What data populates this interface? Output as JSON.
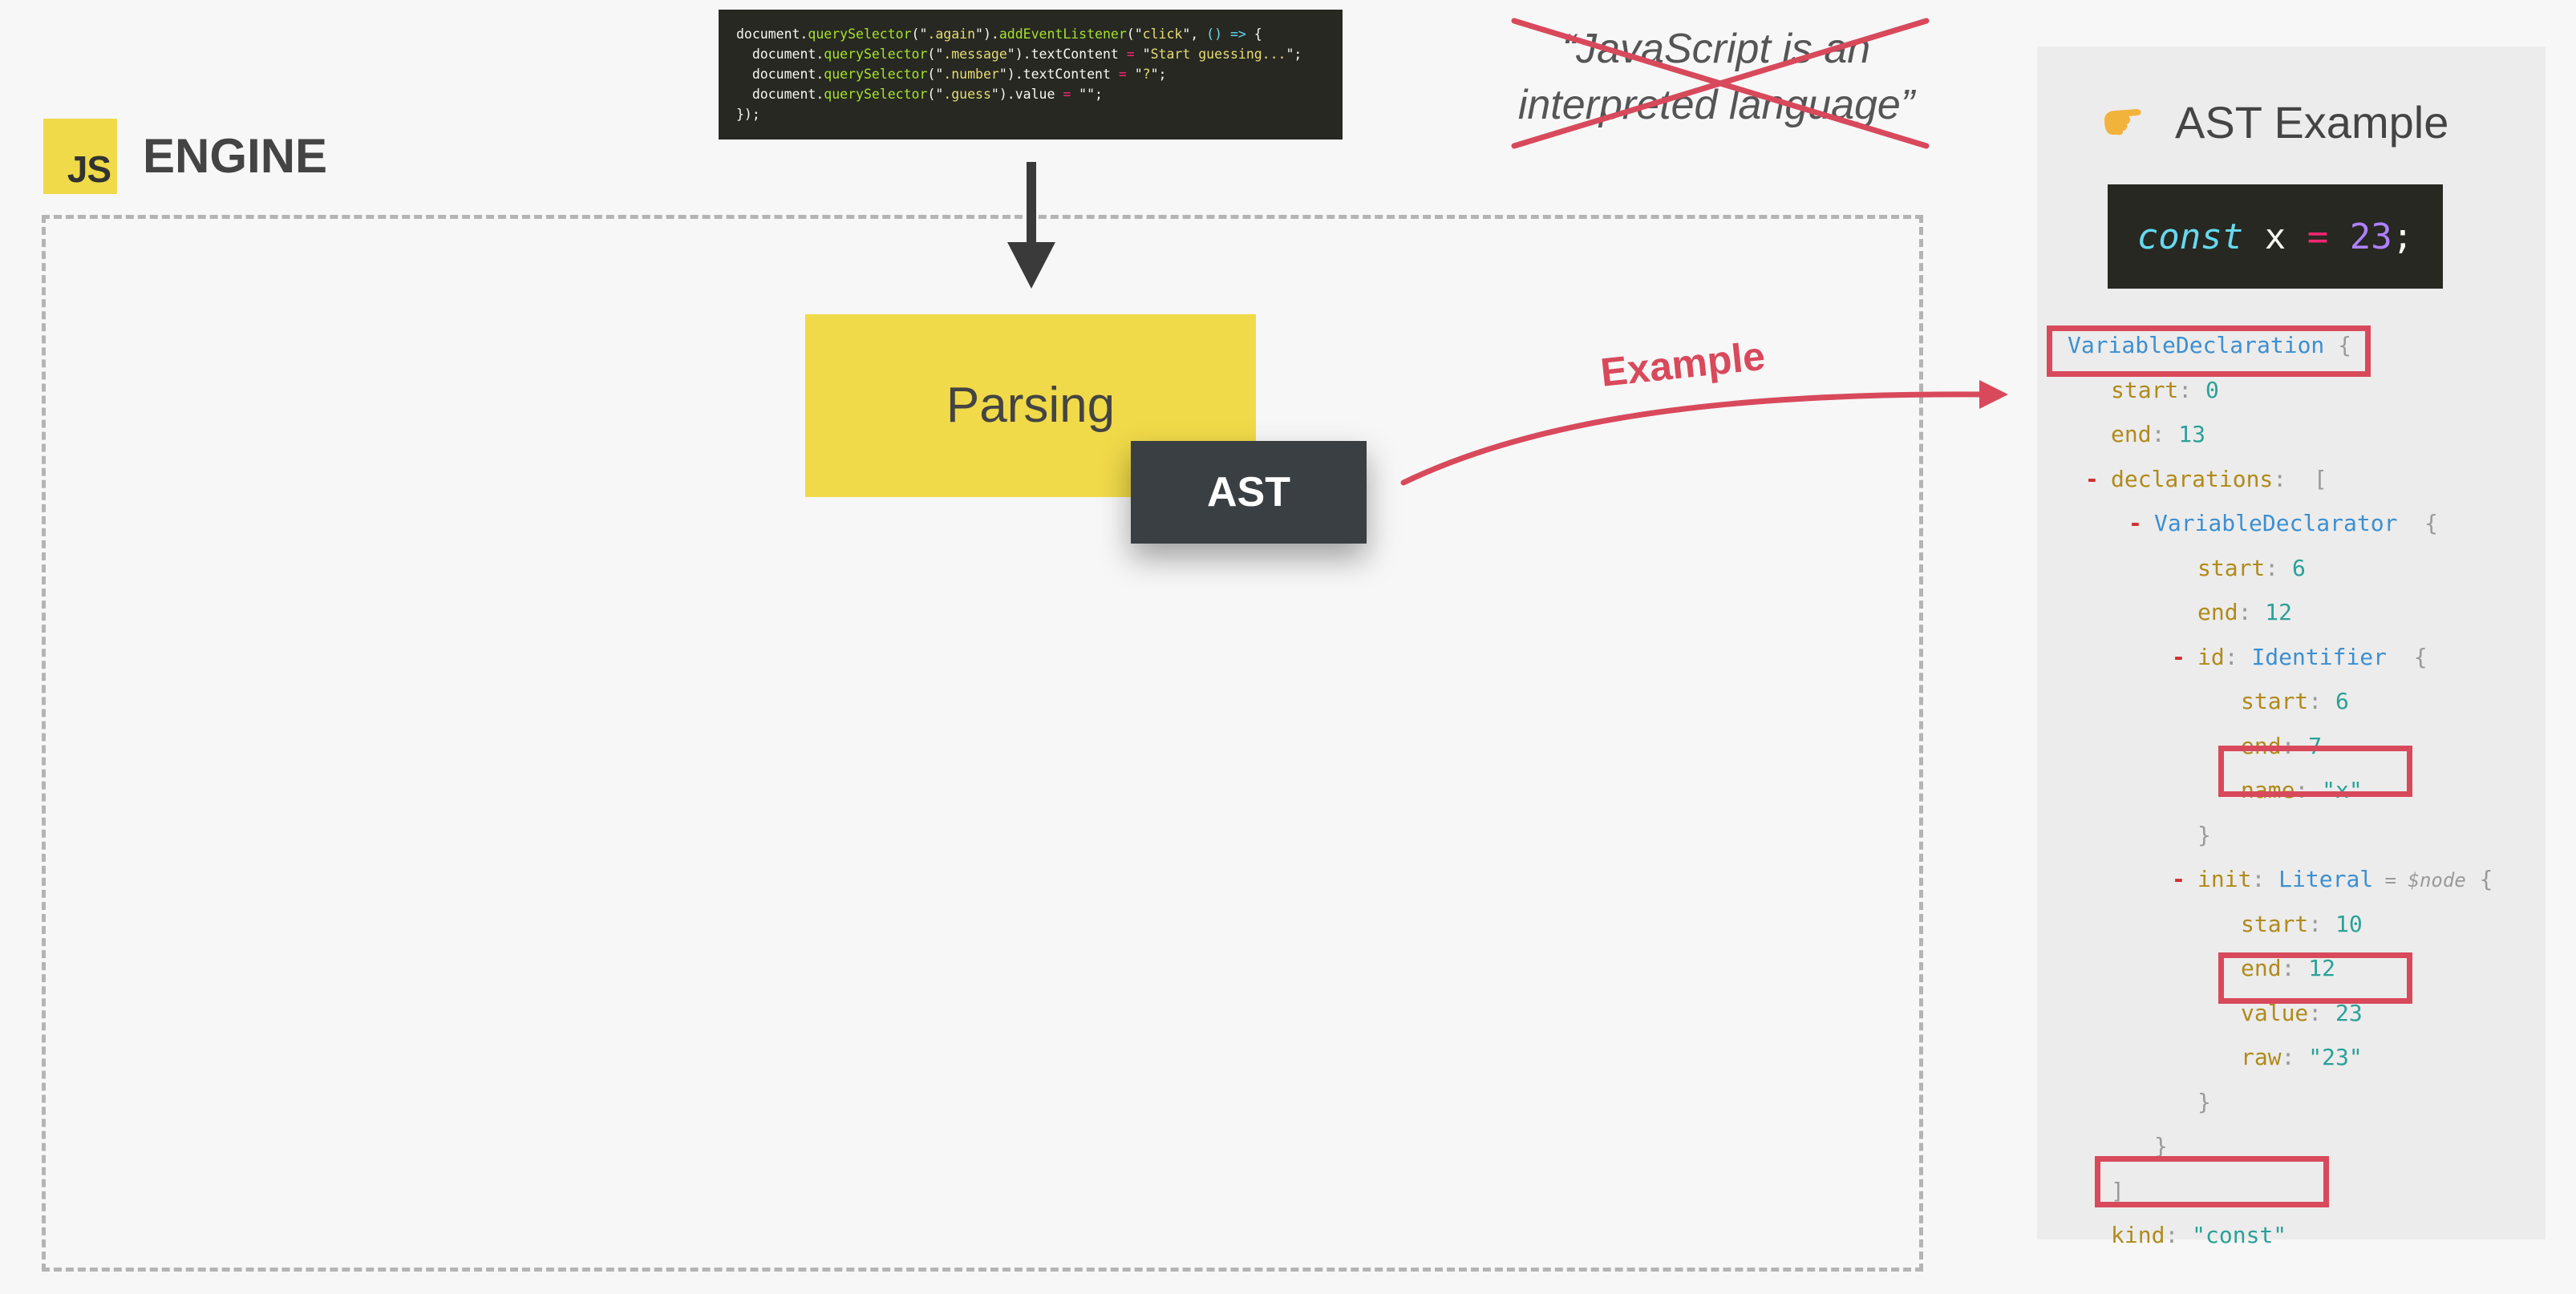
{
  "engine": {
    "logo_text": "JS",
    "title": "ENGINE"
  },
  "code_snippet": {
    "lines": [
      [
        [
          "document.",
          "t"
        ],
        [
          "querySelector",
          "fn"
        ],
        [
          "(\"",
          "t"
        ],
        [
          ".again",
          "str"
        ],
        [
          "\").",
          "t"
        ],
        [
          "addEventListener",
          "fn"
        ],
        [
          "(\"",
          "t"
        ],
        [
          "click",
          "str"
        ],
        [
          "\", ",
          "t"
        ],
        [
          "() =>",
          "ar"
        ],
        [
          " {",
          "t"
        ]
      ],
      [
        [
          "  document.",
          "t"
        ],
        [
          "querySelector",
          "fn"
        ],
        [
          "(\"",
          "t"
        ],
        [
          ".message",
          "str"
        ],
        [
          "\").textContent ",
          "t"
        ],
        [
          "=",
          "kw"
        ],
        [
          " \"",
          "t"
        ],
        [
          "Start guessing...",
          "str"
        ],
        [
          "\";",
          "t"
        ]
      ],
      [
        [
          "  document.",
          "t"
        ],
        [
          "querySelector",
          "fn"
        ],
        [
          "(\"",
          "t"
        ],
        [
          ".number",
          "str"
        ],
        [
          "\").textContent ",
          "t"
        ],
        [
          "=",
          "kw"
        ],
        [
          " \"",
          "t"
        ],
        [
          "?",
          "str"
        ],
        [
          "\";",
          "t"
        ]
      ],
      [
        [
          "  document.",
          "t"
        ],
        [
          "querySelector",
          "fn"
        ],
        [
          "(\"",
          "t"
        ],
        [
          ".guess",
          "str"
        ],
        [
          "\").value ",
          "t"
        ],
        [
          "=",
          "kw"
        ],
        [
          " \"\";",
          "t"
        ]
      ],
      [
        [
          "});",
          "t"
        ]
      ]
    ]
  },
  "quote": {
    "line1": "“JavaScript is an",
    "line2": "interpreted language”"
  },
  "diagram": {
    "parsing_label": "Parsing",
    "ast_label": "AST",
    "example_label": "Example"
  },
  "panel": {
    "title": "AST Example",
    "code": {
      "keyword": "const",
      "name": "x",
      "op": "=",
      "value": "23",
      "semi": ";"
    }
  },
  "ast_tree": [
    {
      "indent": 0,
      "minus": "",
      "parts": [
        [
          "VariableDeclaration",
          "type"
        ],
        [
          " {",
          "punct"
        ]
      ]
    },
    {
      "indent": 1,
      "minus": "",
      "parts": [
        [
          "start",
          "key"
        ],
        [
          ": ",
          "punct"
        ],
        [
          "0",
          "num"
        ]
      ]
    },
    {
      "indent": 1,
      "minus": "",
      "parts": [
        [
          "end",
          "key"
        ],
        [
          ": ",
          "punct"
        ],
        [
          "13",
          "num"
        ]
      ]
    },
    {
      "indent": 1,
      "minus": "-",
      "parts": [
        [
          "declarations",
          "key"
        ],
        [
          ":  [",
          "punct"
        ]
      ]
    },
    {
      "indent": 2,
      "minus": "-",
      "parts": [
        [
          "VariableDeclarator",
          "type"
        ],
        [
          "  {",
          "punct"
        ]
      ]
    },
    {
      "indent": 3,
      "minus": "",
      "parts": [
        [
          "start",
          "key"
        ],
        [
          ": ",
          "punct"
        ],
        [
          "6",
          "num"
        ]
      ]
    },
    {
      "indent": 3,
      "minus": "",
      "parts": [
        [
          "end",
          "key"
        ],
        [
          ": ",
          "punct"
        ],
        [
          "12",
          "num"
        ]
      ]
    },
    {
      "indent": 3,
      "minus": "-",
      "parts": [
        [
          "id",
          "key"
        ],
        [
          ": ",
          "punct"
        ],
        [
          "Identifier",
          "type"
        ],
        [
          "  {",
          "punct"
        ]
      ]
    },
    {
      "indent": 4,
      "minus": "",
      "parts": [
        [
          "start",
          "key"
        ],
        [
          ": ",
          "punct"
        ],
        [
          "6",
          "num"
        ]
      ]
    },
    {
      "indent": 4,
      "minus": "",
      "parts": [
        [
          "end",
          "key"
        ],
        [
          ": ",
          "punct"
        ],
        [
          "7",
          "num"
        ]
      ]
    },
    {
      "indent": 4,
      "minus": "",
      "parts": [
        [
          "name",
          "key"
        ],
        [
          ": ",
          "punct"
        ],
        [
          "\"x\"",
          "str"
        ]
      ]
    },
    {
      "indent": 3,
      "minus": "",
      "parts": [
        [
          "}",
          "punct"
        ]
      ]
    },
    {
      "indent": 3,
      "minus": "-",
      "parts": [
        [
          "init",
          "key"
        ],
        [
          ": ",
          "punct"
        ],
        [
          "Literal",
          "type"
        ],
        [
          " = $node",
          "meta"
        ],
        [
          " {",
          "punct"
        ]
      ]
    },
    {
      "indent": 4,
      "minus": "",
      "parts": [
        [
          "start",
          "key"
        ],
        [
          ": ",
          "punct"
        ],
        [
          "10",
          "num"
        ]
      ]
    },
    {
      "indent": 4,
      "minus": "",
      "parts": [
        [
          "end",
          "key"
        ],
        [
          ": ",
          "punct"
        ],
        [
          "12",
          "num"
        ]
      ]
    },
    {
      "indent": 4,
      "minus": "",
      "parts": [
        [
          "value",
          "key"
        ],
        [
          ": ",
          "punct"
        ],
        [
          "23",
          "num"
        ]
      ]
    },
    {
      "indent": 4,
      "minus": "",
      "parts": [
        [
          "raw",
          "key"
        ],
        [
          ": ",
          "punct"
        ],
        [
          "\"23\"",
          "str"
        ]
      ]
    },
    {
      "indent": 3,
      "minus": "",
      "parts": [
        [
          "}",
          "punct"
        ]
      ]
    },
    {
      "indent": 2,
      "minus": "",
      "parts": [
        [
          "}",
          "punct"
        ]
      ]
    },
    {
      "indent": 1,
      "minus": "",
      "parts": [
        [
          "]",
          "punct"
        ]
      ]
    },
    {
      "indent": 1,
      "minus": "",
      "parts": [
        [
          "kind",
          "key"
        ],
        [
          ": ",
          "punct"
        ],
        [
          "\"const\"",
          "str"
        ]
      ]
    }
  ],
  "colors": {
    "accent_red": "#d8495b",
    "js_yellow": "#f0da49",
    "ast_box": "#3a3f44"
  },
  "icons": {
    "pointer": "pointing-hand-icon",
    "arrow_down": "arrow-down-icon",
    "arrow_curve": "curved-arrow-icon",
    "strike": "cross-out-icon"
  }
}
